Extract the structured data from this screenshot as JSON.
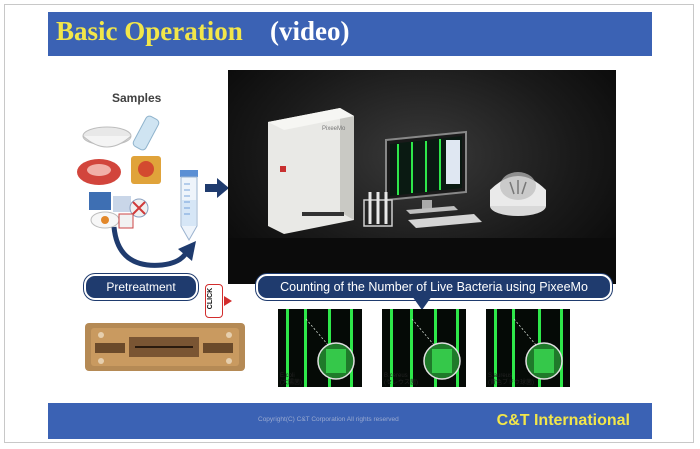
{
  "slide": {
    "title_main": "Basic Operation",
    "title_sub": "(video)"
  },
  "diagram": {
    "samples_label": "Samples",
    "pretreatment_label": "Pretreatment",
    "click_label": "CLICK",
    "counting_label": "Counting of the Number of Live Bacteria using PixeeMo"
  },
  "instrument": {
    "brand_label": "PixeeMo"
  },
  "micrographs": [
    {
      "caption_line1": "E.coli",
      "caption_line2": "(大腸菌)"
    },
    {
      "caption_line1": "B.cereus",
      "caption_line2": "(セレウス菌)"
    },
    {
      "caption_line1": "S.aureus",
      "caption_line2": "(黄色ブドウ球菌)"
    }
  ],
  "footer": {
    "copyright": "Copyright(C) C&T Corporation All rights reserved",
    "company": "C&T International"
  },
  "colors": {
    "title_bar": "#3b62b4",
    "title_yellow": "#f2e64a",
    "pill_navy": "#1f3b6e",
    "fluorescent_green": "#2ee84a",
    "click_red": "#d22d2d"
  },
  "icons": [
    "samples-food-icon",
    "centrifuge-tube-icon",
    "right-arrow-icon",
    "curved-arrow-icon",
    "down-arrow-icon"
  ]
}
